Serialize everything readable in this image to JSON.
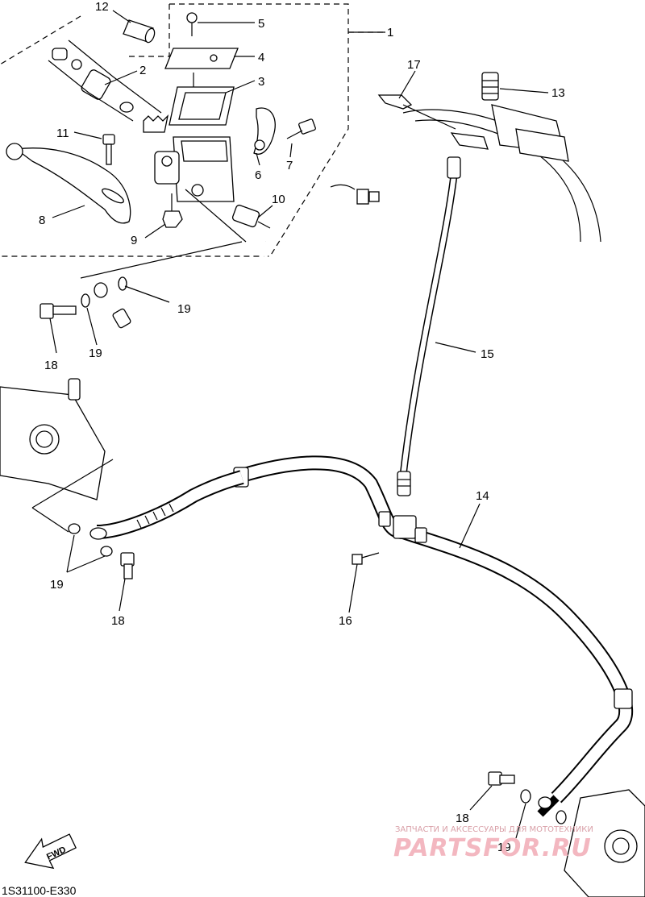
{
  "diagram": {
    "callouts": {
      "c1": "1",
      "c2": "2",
      "c3": "3",
      "c4": "4",
      "c5": "5",
      "c6": "6",
      "c7": "7",
      "c8": "8",
      "c9": "9",
      "c10": "10",
      "c11": "11",
      "c12": "12",
      "c13": "13",
      "c14": "14",
      "c15": "15",
      "c16": "16",
      "c17": "17",
      "c18a": "18",
      "c18b": "18",
      "c18c": "18",
      "c19a": "19",
      "c19b": "19",
      "c19c": "19",
      "c19d": "19"
    },
    "fwd_label": "FWD",
    "diagram_code": "1S31100-E330",
    "watermark": {
      "tagline": "ЗАПЧАСТИ И АКСЕССУАРЫ ДЛЯ МОТОТЕХНИКИ",
      "brand": "PARTSFOR.RU"
    }
  }
}
